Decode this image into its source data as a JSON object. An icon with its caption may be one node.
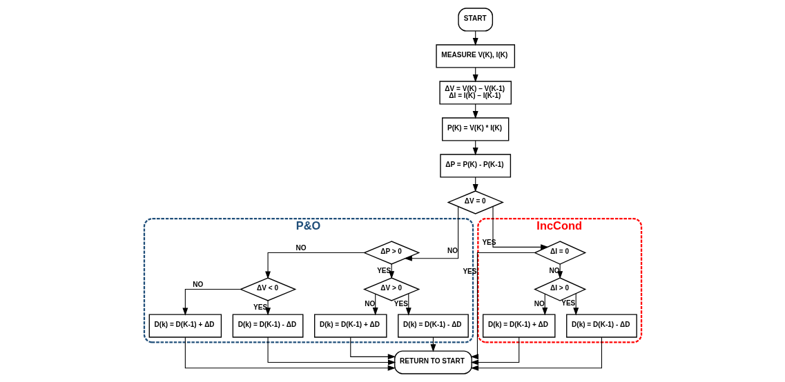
{
  "diagram": {
    "nodes": [
      {
        "text": [
          "START"
        ]
      },
      {
        "text": [
          "MEASURE V(K), I(K)"
        ]
      },
      {
        "text": [
          "ΔV = V(K) – V(K-1)",
          "ΔI = I(K) – I(K-1)"
        ]
      },
      {
        "text": [
          "P(K) = V(K) * I(K)"
        ]
      },
      {
        "text": [
          "ΔP = P(K) - P(K-1)"
        ]
      },
      {
        "text": [
          "P&O"
        ]
      },
      {
        "text": [
          "IncCond"
        ]
      },
      {
        "text": [
          "ΔV = 0"
        ]
      },
      {
        "text": [
          "ΔP > 0"
        ],
        "in": 5
      },
      {
        "text": [
          "ΔI = 0"
        ],
        "in": 6
      },
      {
        "text": [
          "ΔV < 0"
        ],
        "in": 5
      },
      {
        "text": [
          "ΔV > 0"
        ],
        "in": 5
      },
      {
        "text": [
          "ΔI > 0"
        ],
        "in": 6
      },
      {
        "text": [
          "D(k) = D(K-1) + ΔD"
        ],
        "in": 5
      },
      {
        "text": [
          "D(k) = D(K-1) - ΔD"
        ],
        "in": 5
      },
      {
        "text": [
          "D(k) = D(K-1) + ΔD"
        ],
        "in": 5
      },
      {
        "text": [
          "D(k) = D(K-1) - ΔD"
        ],
        "in": 5
      },
      {
        "text": [
          "D(k) = D(K-1) + ΔD"
        ],
        "in": 6
      },
      {
        "text": [
          "D(k) = D(K-1) - ΔD"
        ],
        "in": 6
      },
      {
        "text": [
          "RETURN TO START"
        ]
      }
    ],
    "edges": [
      {
        "from": 0,
        "to": 1,
        "arrow": "to"
      },
      {
        "from": 1,
        "to": 2,
        "arrow": "to"
      },
      {
        "from": 2,
        "to": 3,
        "arrow": "to"
      },
      {
        "from": 3,
        "to": 4,
        "arrow": "to"
      },
      {
        "from": 4,
        "to": 7,
        "arrow": "to"
      },
      {
        "from": 7,
        "to": 8,
        "arrow": "to",
        "label": "NO"
      },
      {
        "from": 7,
        "to": 9,
        "arrow": "to",
        "label": "YES"
      },
      {
        "from": 8,
        "to": 10,
        "arrow": "to",
        "label": "NO"
      },
      {
        "from": 8,
        "to": 11,
        "arrow": "to",
        "label": "YES"
      },
      {
        "from": 9,
        "to": 12,
        "arrow": "to",
        "label": "NO"
      },
      {
        "from": 9,
        "to": 19,
        "arrow": "to",
        "label": "YES"
      },
      {
        "from": 10,
        "to": 13,
        "arrow": "to",
        "label": "NO"
      },
      {
        "from": 10,
        "to": 14,
        "arrow": "to",
        "label": "YES"
      },
      {
        "from": 11,
        "to": 15,
        "arrow": "to",
        "label": "NO"
      },
      {
        "from": 11,
        "to": 16,
        "arrow": "to",
        "label": "YES"
      },
      {
        "from": 12,
        "to": 17,
        "arrow": "to",
        "label": "NO"
      },
      {
        "from": 12,
        "to": 18,
        "arrow": "to",
        "label": "YES"
      },
      {
        "from": 13,
        "to": 19,
        "arrow": "to"
      },
      {
        "from": 14,
        "to": 19,
        "arrow": "to"
      },
      {
        "from": 15,
        "to": 19,
        "arrow": "to"
      },
      {
        "from": 16,
        "to": 19,
        "arrow": "to"
      },
      {
        "from": 17,
        "to": 19,
        "arrow": "to"
      },
      {
        "from": 18,
        "to": 19,
        "arrow": "to"
      }
    ]
  }
}
